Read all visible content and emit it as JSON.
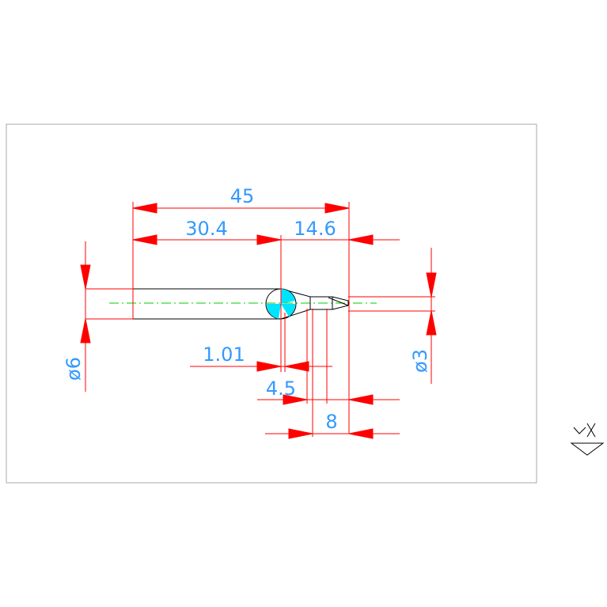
{
  "drawing": {
    "colors": {
      "dimension": "#ff0000",
      "dimension_text": "#3399ff",
      "outline": "#000000",
      "centerline": "#00cc00",
      "hatch": "#00e5ff",
      "frame": "#aaaaaa"
    },
    "dimensions": {
      "overall_length": "45",
      "shank_length": "30.4",
      "tip_length": "14.6",
      "shank_diameter": "ø6",
      "tip_diameter": "ø3",
      "neck_offset": "1.01",
      "taper_length": "4.5",
      "point_length": "8"
    },
    "ucs_icon": "ucs-icon"
  }
}
